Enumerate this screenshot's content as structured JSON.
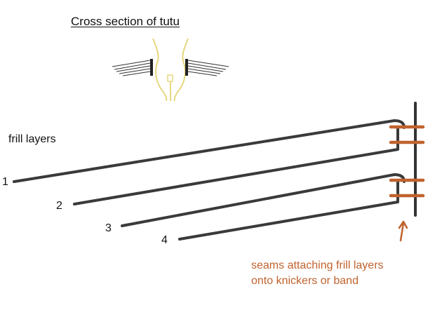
{
  "title": "Cross section of tutu",
  "frill_label": "frill layers",
  "layer_numbers": [
    "1",
    "2",
    "3",
    "4"
  ],
  "seams_label": [
    "seams attaching frill layers",
    "onto knickers or band"
  ],
  "colors": {
    "frill_lines": "#3a3a3a",
    "seams": "#c0622e",
    "body_outline": "#e6d77e",
    "text": "#111111"
  }
}
